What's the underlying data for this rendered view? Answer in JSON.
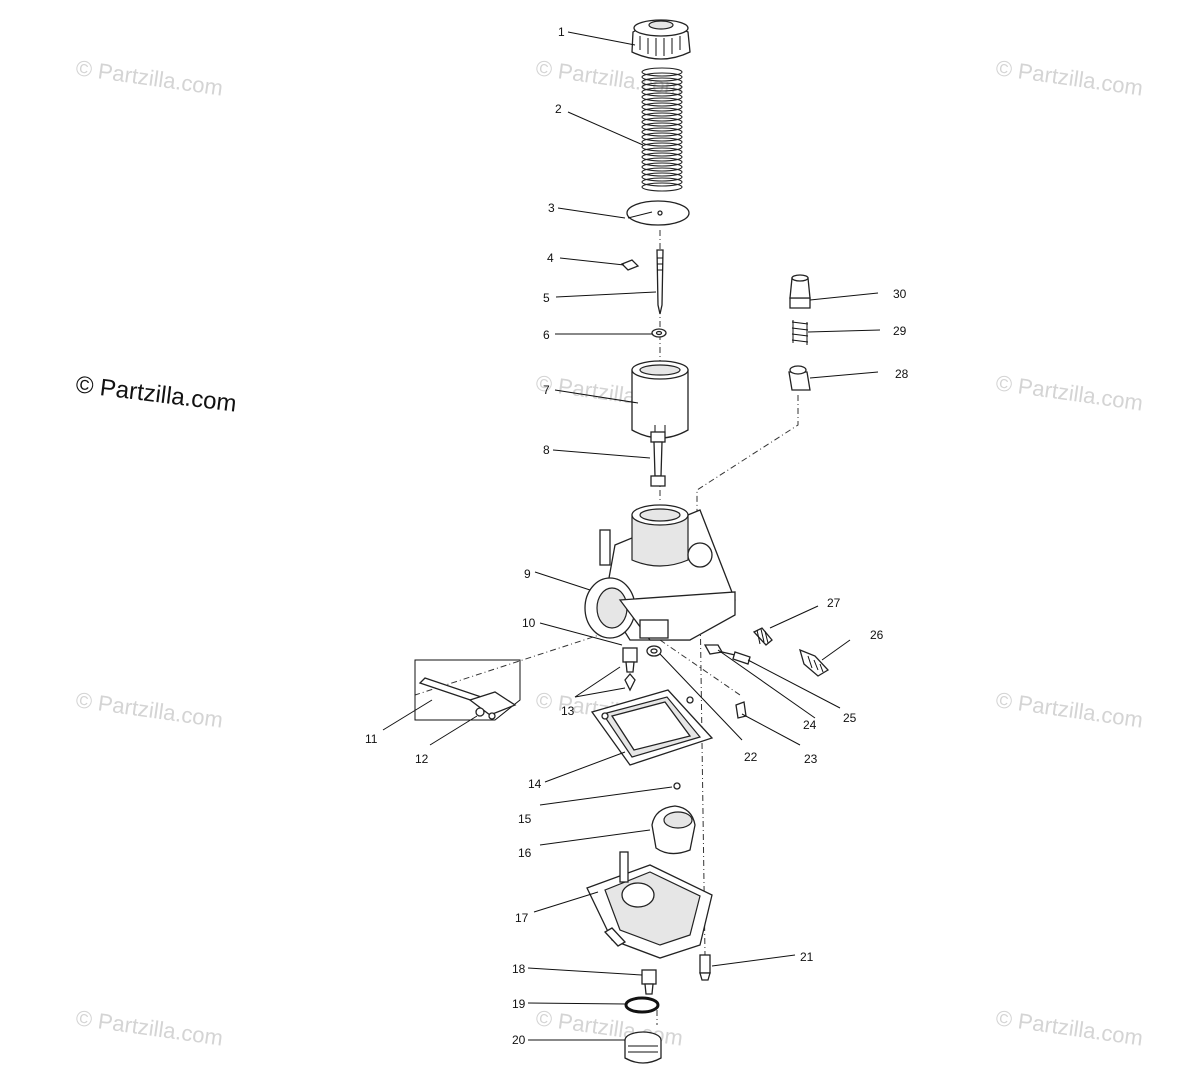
{
  "watermarks": {
    "main": "© Partzilla.com",
    "faint": "© Partzilla.com"
  },
  "callouts": [
    "1",
    "2",
    "3",
    "4",
    "5",
    "6",
    "7",
    "8",
    "9",
    "10",
    "11",
    "12",
    "13",
    "14",
    "15",
    "16",
    "17",
    "18",
    "19",
    "20",
    "21",
    "22",
    "23",
    "24",
    "25",
    "26",
    "27",
    "28",
    "29",
    "30"
  ],
  "colors": {
    "ink": "#111111",
    "watermark": "#d4d4d4",
    "background": "#ffffff"
  }
}
